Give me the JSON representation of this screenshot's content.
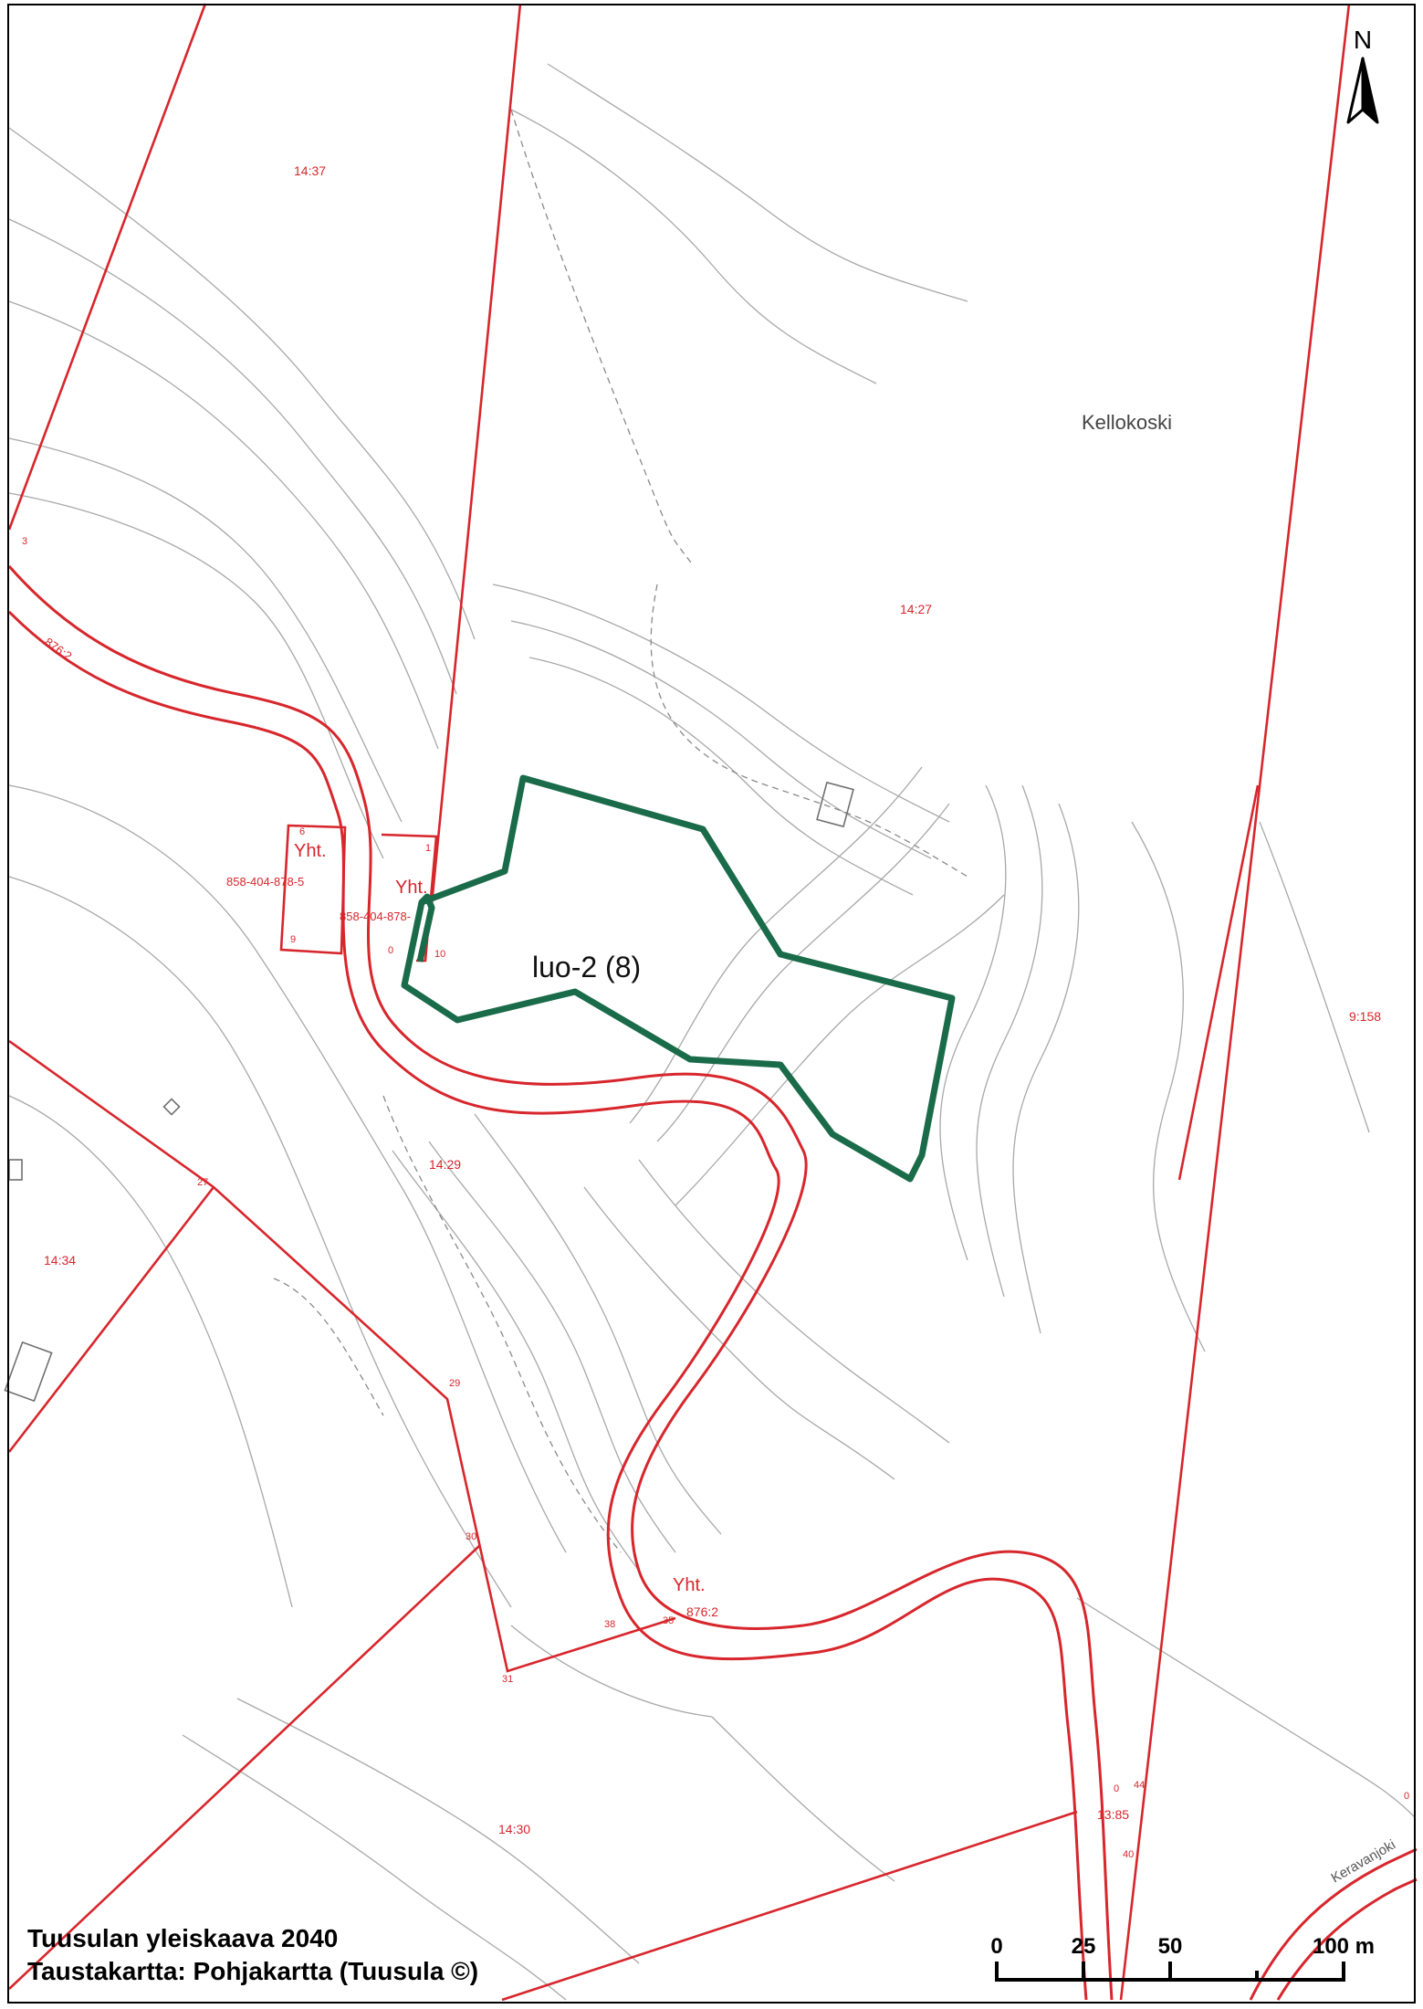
{
  "map": {
    "place_name": "Kellokoski",
    "area_label": "luo-2 (8)",
    "river_name": "Keravanjoki",
    "parcels": [
      "14:37",
      "14:27",
      "9:158",
      "14:29",
      "14:34",
      "14:30",
      "13:85"
    ],
    "parcel_ids": [
      "858-404-878-5",
      "858-404-878-"
    ],
    "road_labels": [
      "876:2",
      "876:2"
    ],
    "yht_labels": [
      "Yht.",
      "Yht.",
      "Yht."
    ],
    "point_numbers": [
      "3",
      "1",
      "6",
      "9",
      "0",
      "10",
      "27",
      "29",
      "30",
      "31",
      "38",
      "35",
      "44",
      "0",
      "0",
      "40"
    ],
    "colors": {
      "boundary": "#d7262c",
      "area": "#1a6b49",
      "terrain": "#9a9a9a",
      "frame": "#000000"
    }
  },
  "credits": {
    "line1": "Tuusulan yleiskaava 2040",
    "line2": "Taustakartta: Pohjakartta (Tuusula ©)"
  },
  "scale": {
    "labels": [
      "0",
      "25",
      "50",
      "100 m"
    ],
    "values": [
      0,
      25,
      50,
      100
    ]
  },
  "north": {
    "letter": "N",
    "icon": "north-arrow-icon"
  }
}
